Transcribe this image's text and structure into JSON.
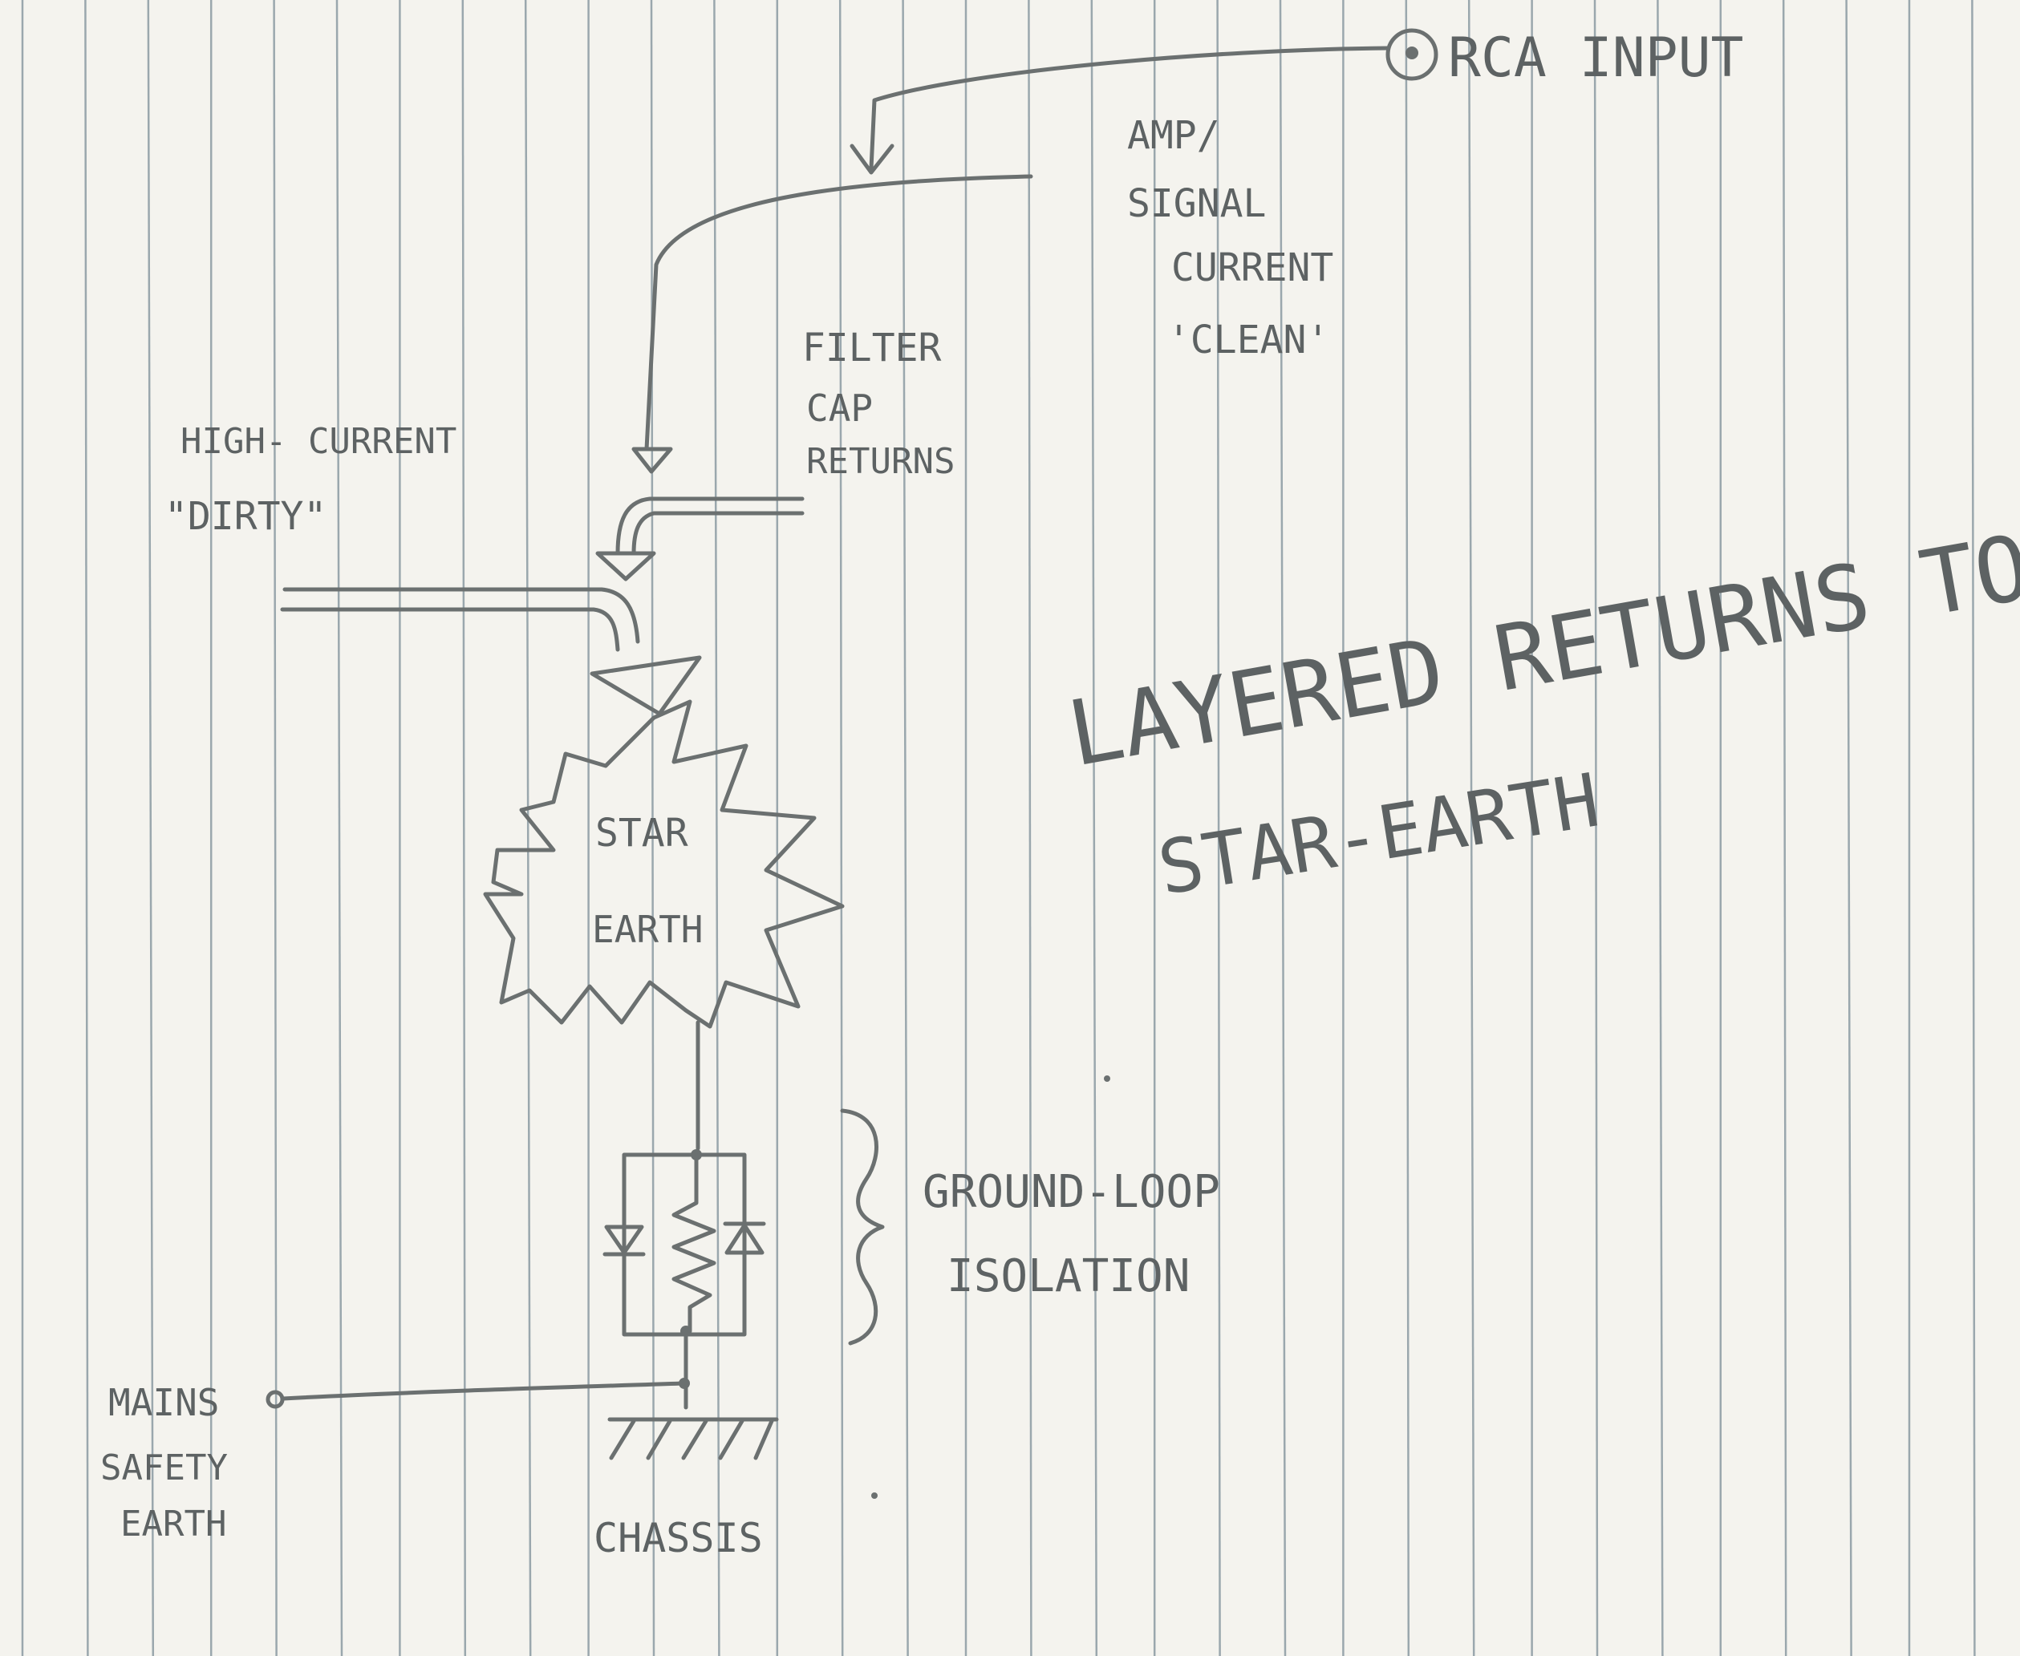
{
  "labels": {
    "rca_input": "RCA INPUT",
    "amp_signal_current": [
      "AMP/",
      "SIGNAL",
      "CURRENT",
      "'CLEAN'"
    ],
    "filter_cap_returns": [
      "FILTER",
      "CAP",
      "RETURNS"
    ],
    "high_current_dirty": [
      "HIGH- CURRENT",
      "\"DIRTY\""
    ],
    "star_earth": [
      "STAR",
      "EARTH"
    ],
    "ground_loop_isolation": [
      "GROUND-LOOP",
      "ISOLATION"
    ],
    "mains_safety_earth": [
      "MAINS",
      "SAFETY",
      "EARTH"
    ],
    "chassis": "CHASSIS",
    "heading": [
      "LAYERED RETURNS TO",
      "STAR-EARTH"
    ]
  },
  "colors": {
    "paper": "#f4f3ee",
    "pencil": "#6b7070",
    "rule_lines": "#9aa7ad"
  }
}
